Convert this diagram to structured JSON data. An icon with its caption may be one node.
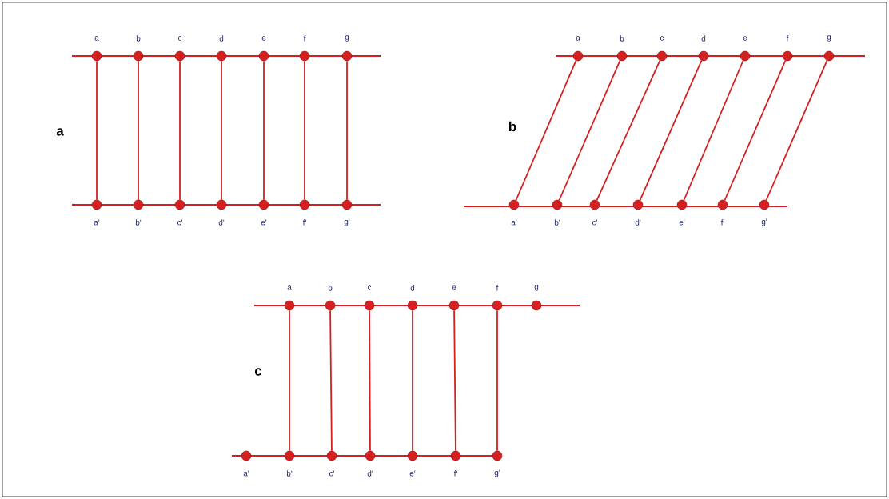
{
  "diagram": {
    "nodes": [
      {
        "text": [],
        "shape": "circle",
        "beside": [
          "a"
        ]
      },
      {
        "text": [],
        "shape": "circle",
        "beside": [
          "b"
        ]
      },
      {
        "text": [],
        "shape": "circle",
        "beside": [
          "c"
        ]
      },
      {
        "text": [],
        "shape": "circle",
        "beside": [
          "d"
        ]
      },
      {
        "text": [],
        "shape": "circle",
        "beside": [
          "e"
        ]
      },
      {
        "text": [],
        "shape": "circle",
        "beside": [
          "f"
        ]
      },
      {
        "text": [],
        "shape": "circle",
        "beside": [
          "g"
        ]
      },
      {
        "text": [],
        "shape": "circle",
        "beside": [
          "a'"
        ]
      },
      {
        "text": [],
        "shape": "circle",
        "beside": [
          "b'"
        ]
      },
      {
        "text": [],
        "shape": "circle",
        "beside": [
          "c'"
        ]
      },
      {
        "text": [],
        "shape": "circle",
        "beside": [
          "d'"
        ]
      },
      {
        "text": [],
        "shape": "circle",
        "beside": [
          "e'"
        ]
      },
      {
        "text": [],
        "shape": "circle",
        "beside": [
          "f'"
        ]
      },
      {
        "text": [],
        "shape": "circle",
        "beside": [
          "g'"
        ]
      },
      {
        "text": [],
        "shape": "circle",
        "beside": [
          "a"
        ]
      },
      {
        "text": [],
        "shape": "circle",
        "beside": [
          "b"
        ]
      },
      {
        "text": [],
        "shape": "circle",
        "beside": [
          "c"
        ]
      },
      {
        "text": [],
        "shape": "circle",
        "beside": [
          "d"
        ]
      },
      {
        "text": [],
        "shape": "circle",
        "beside": [
          "e"
        ]
      },
      {
        "text": [],
        "shape": "circle",
        "beside": [
          "f"
        ]
      },
      {
        "text": [],
        "shape": "circle",
        "beside": [
          "g"
        ]
      },
      {
        "text": [],
        "shape": "circle",
        "beside": [
          "a'"
        ]
      },
      {
        "text": [],
        "shape": "circle",
        "beside": [
          "b'"
        ]
      },
      {
        "text": [],
        "shape": "circle",
        "beside": [
          "c'"
        ]
      },
      {
        "text": [],
        "shape": "circle",
        "beside": [
          "d'"
        ]
      },
      {
        "text": [],
        "shape": "circle",
        "beside": [
          "e'"
        ]
      },
      {
        "text": [],
        "shape": "circle",
        "beside": [
          "f'"
        ]
      },
      {
        "text": [],
        "shape": "circle",
        "beside": [
          "g'"
        ]
      },
      {
        "text": [],
        "shape": "circle",
        "beside": [
          "a"
        ]
      },
      {
        "text": [],
        "shape": "circle",
        "beside": [
          "b"
        ]
      },
      {
        "text": [],
        "shape": "circle",
        "beside": [
          "c"
        ]
      },
      {
        "text": [],
        "shape": "circle",
        "beside": [
          "d"
        ]
      },
      {
        "text": [],
        "shape": "circle",
        "beside": [
          "e"
        ]
      },
      {
        "text": [],
        "shape": "circle",
        "beside": [
          "f"
        ]
      },
      {
        "text": [],
        "shape": "circle",
        "beside": [
          "g"
        ]
      },
      {
        "text": [],
        "shape": "circle",
        "beside": [
          "a'"
        ]
      },
      {
        "text": [],
        "shape": "circle",
        "beside": [
          "b'"
        ]
      },
      {
        "text": [],
        "shape": "circle",
        "beside": [
          "c'"
        ]
      },
      {
        "text": [],
        "shape": "circle",
        "beside": [
          "d'"
        ]
      },
      {
        "text": [],
        "shape": "circle",
        "beside": [
          "e'"
        ]
      },
      {
        "text": [],
        "shape": "circle",
        "beside": [
          "f'"
        ]
      },
      {
        "text": [],
        "shape": "circle",
        "beside": [
          "g'"
        ]
      }
    ],
    "edges": [
      {
        "from": 0,
        "to": 7,
        "arrow": "none"
      },
      {
        "from": 1,
        "to": 8,
        "arrow": "none"
      },
      {
        "from": 2,
        "to": 9,
        "arrow": "none"
      },
      {
        "from": 3,
        "to": 10,
        "arrow": "none"
      },
      {
        "from": 4,
        "to": 11,
        "arrow": "none"
      },
      {
        "from": 5,
        "to": 12,
        "arrow": "none"
      },
      {
        "from": 6,
        "to": 13,
        "arrow": "none"
      },
      {
        "from": 14,
        "to": 21,
        "arrow": "none"
      },
      {
        "from": 15,
        "to": 22,
        "arrow": "none"
      },
      {
        "from": 16,
        "to": 23,
        "arrow": "none"
      },
      {
        "from": 17,
        "to": 24,
        "arrow": "none"
      },
      {
        "from": 18,
        "to": 25,
        "arrow": "none"
      },
      {
        "from": 19,
        "to": 26,
        "arrow": "none"
      },
      {
        "from": 20,
        "to": 27,
        "arrow": "none"
      },
      {
        "from": 28,
        "to": 36,
        "arrow": "none"
      },
      {
        "from": 29,
        "to": 37,
        "arrow": "none"
      },
      {
        "from": 30,
        "to": 38,
        "arrow": "none"
      },
      {
        "from": 31,
        "to": 39,
        "arrow": "none"
      },
      {
        "from": 32,
        "to": 40,
        "arrow": "none"
      },
      {
        "from": 33,
        "to": 41,
        "arrow": "none"
      }
    ],
    "labels": [
      "a",
      "b",
      "c"
    ]
  }
}
